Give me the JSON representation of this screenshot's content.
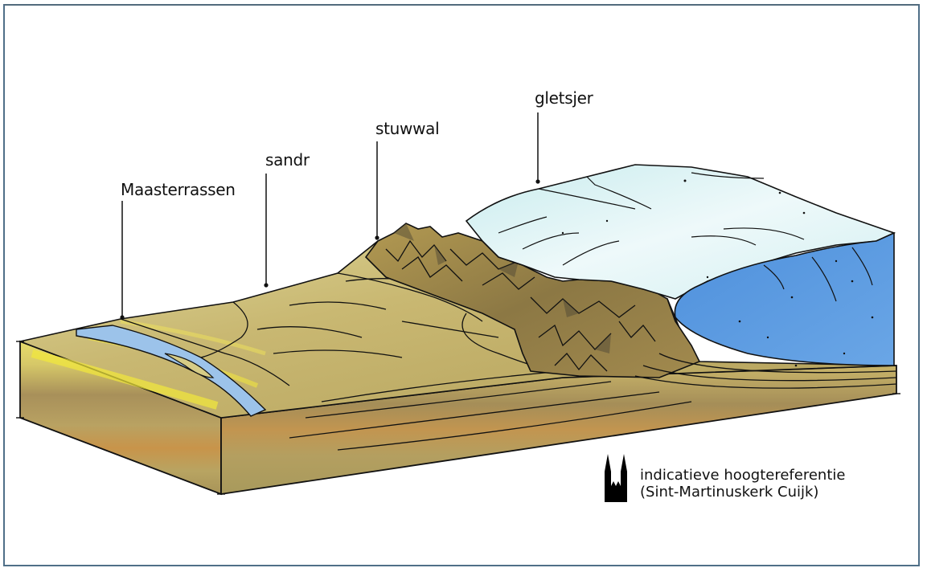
{
  "diagram": {
    "type": "geological block diagram",
    "labels": [
      {
        "id": "maasterrassen",
        "text": "Maasterrassen"
      },
      {
        "id": "sandr",
        "text": "sandr"
      },
      {
        "id": "stuwwal",
        "text": "stuwwal"
      },
      {
        "id": "gletsjer",
        "text": "gletsjer"
      }
    ],
    "legend": {
      "icon": "church-towers-icon",
      "line1": "indicatieve hoogtereferentie",
      "line2": "(Sint-Martinuskerk Cuijk)"
    },
    "colors": {
      "frame": "#4f6f88",
      "ice_light": "#d8f0f2",
      "ice_blue": "#5b9de0",
      "sand": "#b9a65c",
      "sand_dark": "#9a8648",
      "sand_yellow": "#e8e070",
      "river": "#9cc3ea",
      "ochre": "#c8944a"
    }
  }
}
